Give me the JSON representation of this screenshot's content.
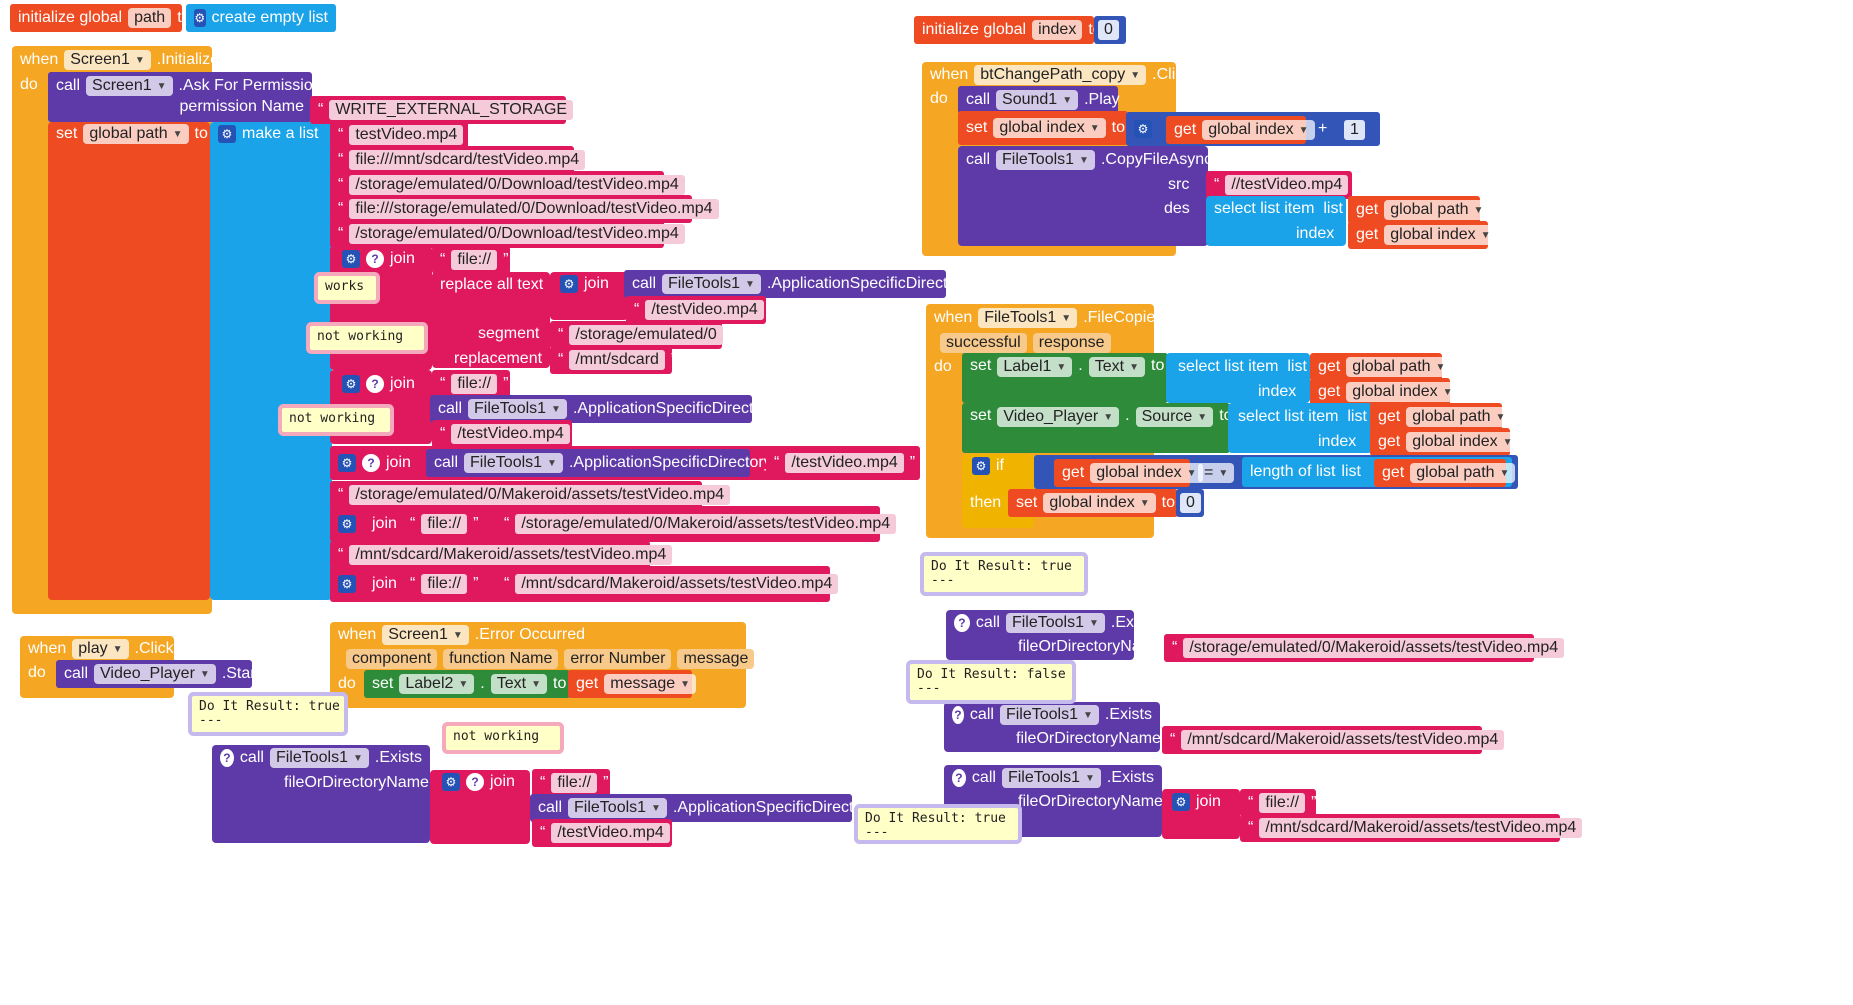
{
  "globals": {
    "path_init": {
      "prefix": "initialize global",
      "name": "path",
      "to": "to",
      "value": "create empty list"
    },
    "index_init": {
      "prefix": "initialize global",
      "name": "index",
      "to": "to",
      "value": "0"
    }
  },
  "screen_init": {
    "when": "when",
    "component": "Screen1",
    "event": ".Initialize",
    "do": "do",
    "call": "call",
    "call_component": "Screen1",
    "call_method": ".Ask For Permission",
    "perm_label": "permission Name",
    "perm_value": "WRITE_EXTERNAL_STORAGE",
    "set": "set",
    "set_var": "global path",
    "to": "to",
    "make_list": "make a list",
    "items": [
      "testVideo.mp4",
      "file:///mnt/sdcard/testVideo.mp4",
      "/storage/emulated/0/Download/testVideo.mp4",
      "file:///storage/emulated/0/Download/testVideo.mp4",
      "/storage/emulated/0/Download/testVideo.mp4"
    ],
    "join": "join",
    "file_prefix": "file://",
    "replace_all": "replace all text",
    "segment": "segment",
    "replacement": "replacement",
    "app_dir_call": "call",
    "app_dir_comp": "FileTools1",
    "app_dir_method": ".ApplicationSpecificDirectory",
    "test_video": "/testVideo.mp4",
    "seg_value": "/storage/emulated/0",
    "rep_value": "/mnt/sdcard",
    "makeroid_storage": "/storage/emulated/0/Makeroid/assets/testVideo.mp4",
    "makeroid_mnt": "/mnt/sdcard/Makeroid/assets/testVideo.mp4"
  },
  "comments": {
    "works": "works",
    "not_working": "not working",
    "result_true": "Do It Result: true\n---",
    "result_false": "Do It Result: false\n---"
  },
  "btn_copy": {
    "when": "when",
    "component": "btChangePath_copy",
    "event": ".Click",
    "do": "do",
    "call": "call",
    "sound": "Sound1",
    "play": ".Play",
    "set": "set",
    "var": "global index",
    "to": "to",
    "get": "get",
    "plus": "+",
    "one": "1",
    "ft": "FileTools1",
    "copy": ".CopyFileAsync",
    "src": "src",
    "src_value": "//testVideo.mp4",
    "des": "des",
    "select_item": "select list item",
    "list": "list",
    "index": "index",
    "path": "global path",
    "idx": "global index"
  },
  "file_copied": {
    "when": "when",
    "component": "FileTools1",
    "event": ".FileCopied",
    "p1": "successful",
    "p2": "response",
    "do": "do",
    "set": "set",
    "label": "Label1",
    "text": "Text",
    "to": "to",
    "select_item": "select list item",
    "list": "list",
    "index": "index",
    "get": "get",
    "path": "global path",
    "idx": "global index",
    "player": "Video_Player",
    "source": "Source",
    "if": "if",
    "eq": "=",
    "length": "length of list",
    "then": "then",
    "zero": "0"
  },
  "play_click": {
    "when": "when",
    "component": "play",
    "event": ".Click",
    "do": "do",
    "call": "call",
    "player": "Video_Player",
    "start": ".Start"
  },
  "error_evt": {
    "when": "when",
    "component": "Screen1",
    "event": ".Error Occurred",
    "params": [
      "component",
      "function Name",
      "error Number",
      "message"
    ],
    "do": "do",
    "set": "set",
    "label": "Label2",
    "text": "Text",
    "to": "to",
    "get": "get",
    "msg": "message"
  },
  "exists": {
    "call": "call",
    "ft": "FileTools1",
    "method": ".Exists",
    "arg": "fileOrDirectoryName",
    "v1": "/storage/emulated/0/Makeroid/assets/testVideo.mp4",
    "v2": "/mnt/sdcard/Makeroid/assets/testVideo.mp4",
    "file_prefix": "file://",
    "join": "join",
    "app_dir": ".ApplicationSpecificDirectory",
    "test_video": "/testVideo.mp4"
  }
}
